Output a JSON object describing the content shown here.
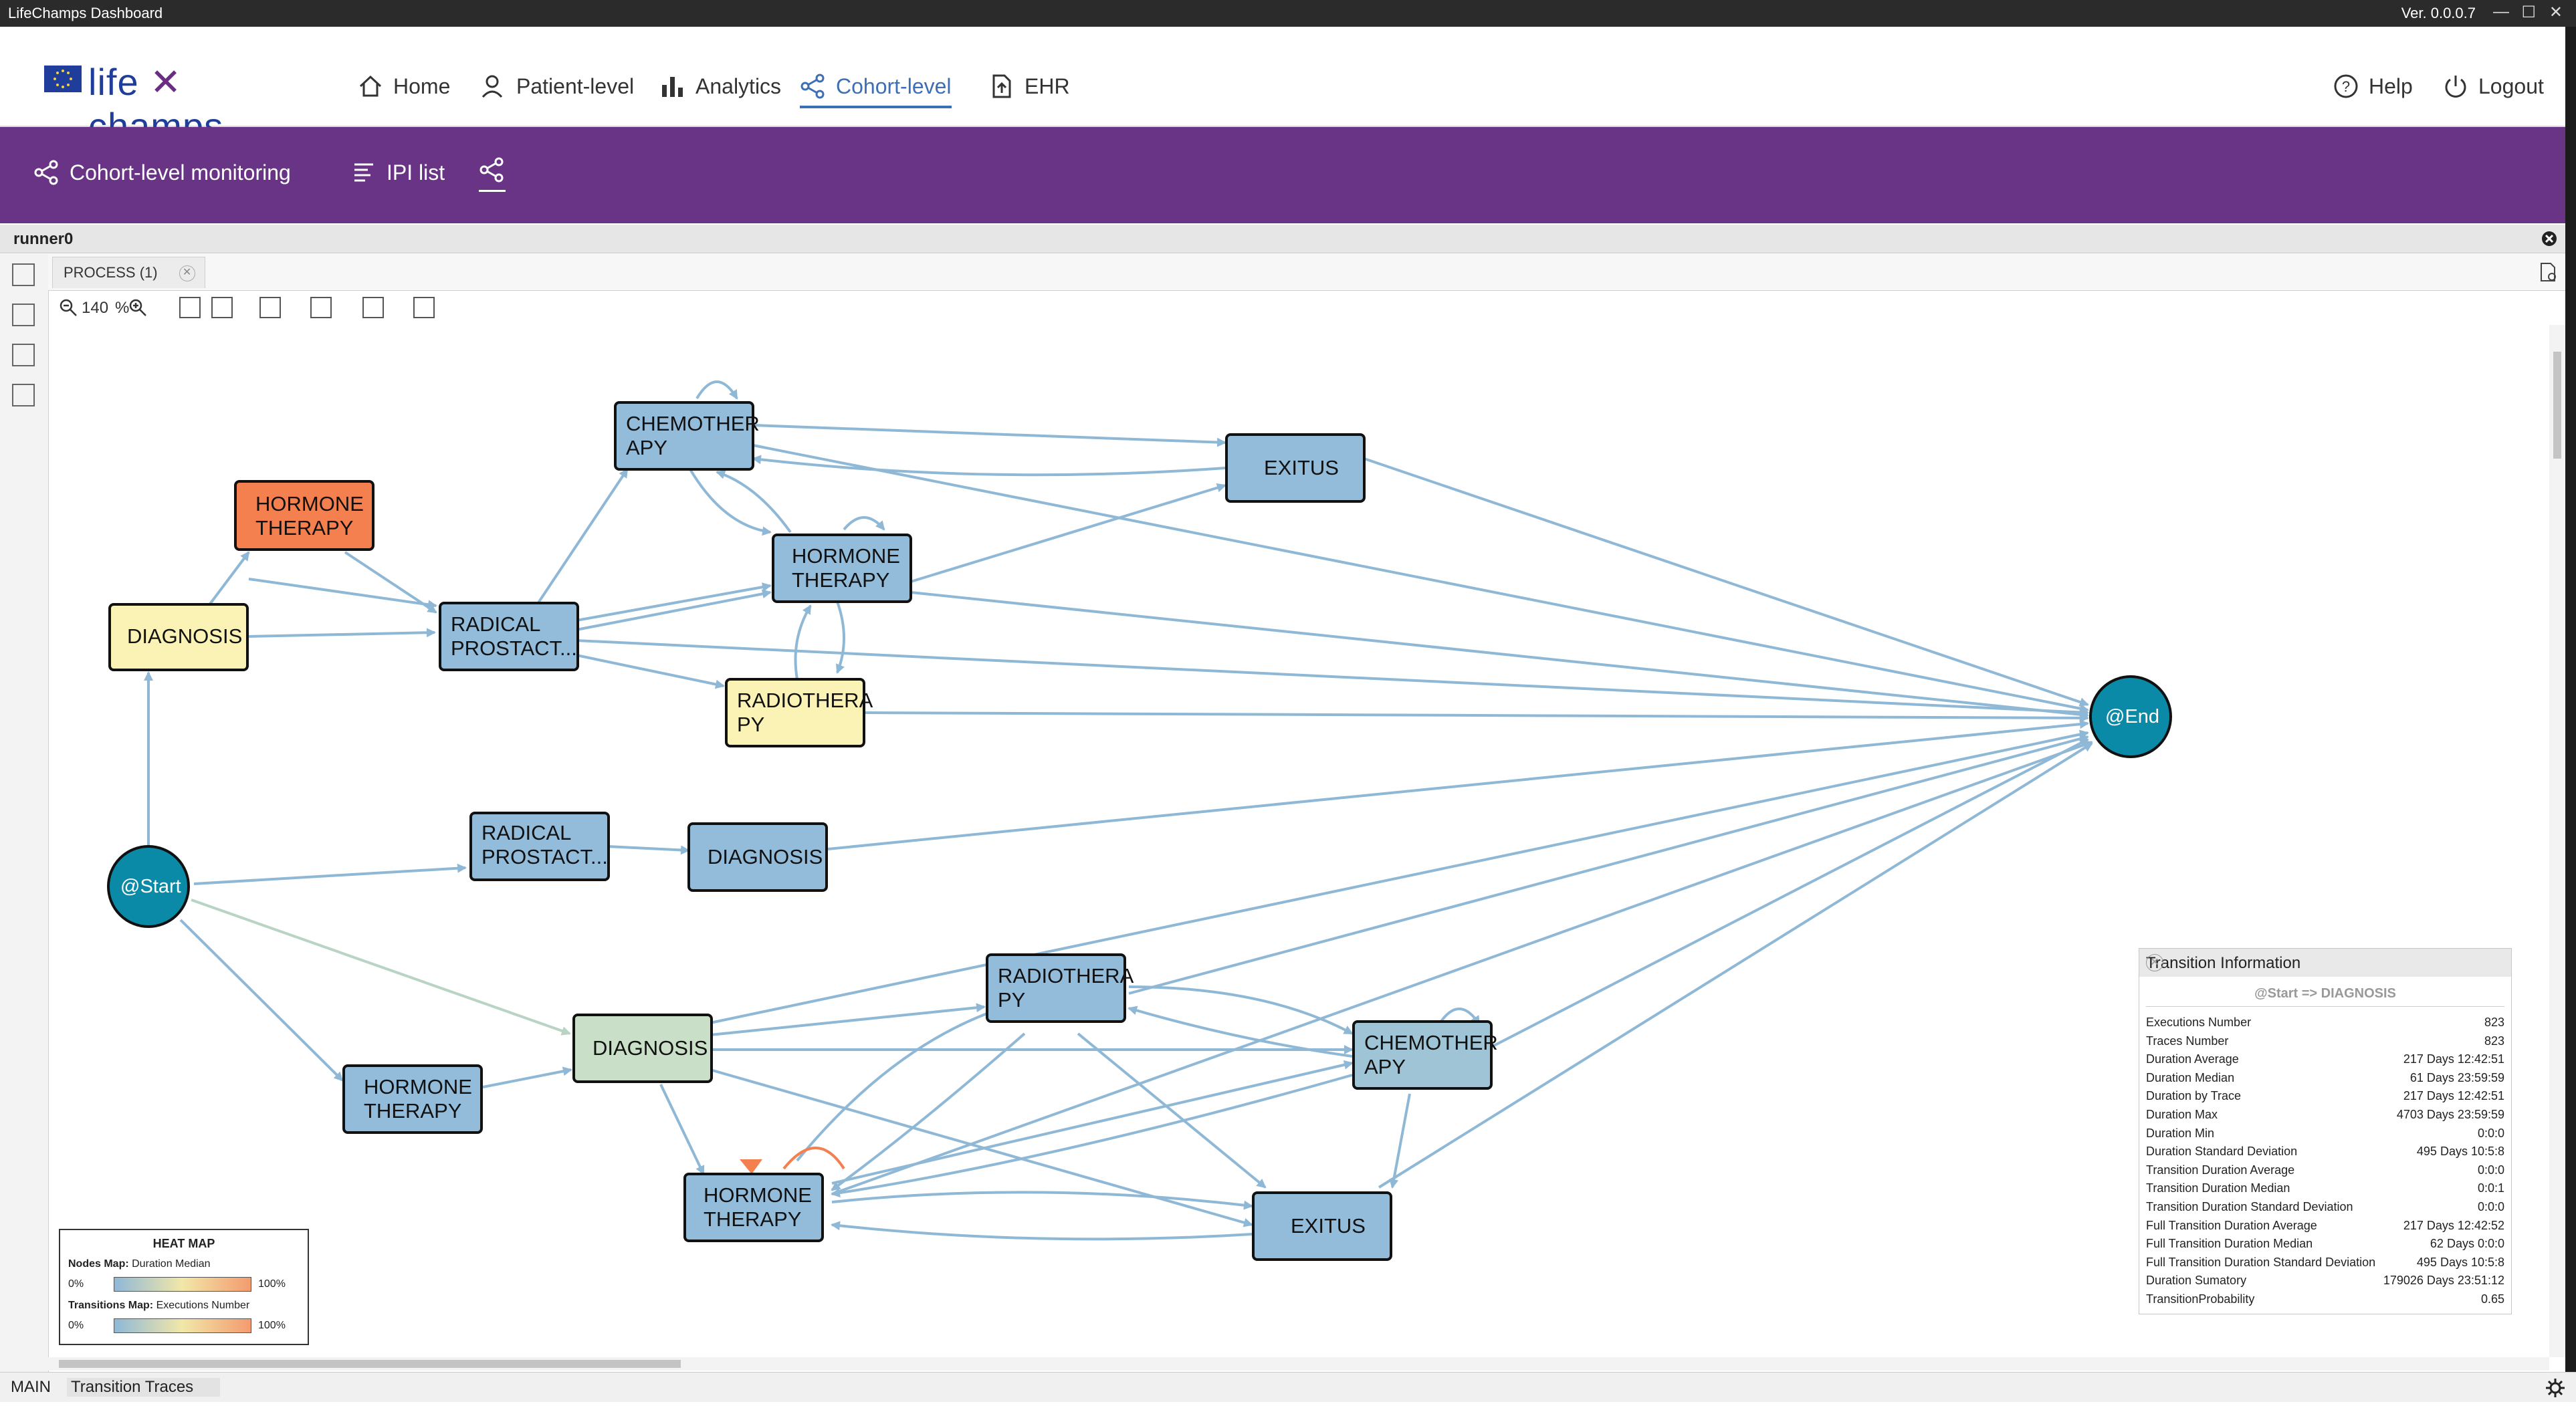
{
  "window": {
    "title": "LifeChamps Dashboard",
    "version": "Ver. 0.0.0.7"
  },
  "brand": {
    "name_left": "life",
    "name_right": "champs"
  },
  "nav": {
    "items": [
      {
        "label": "Home",
        "icon": "home-icon"
      },
      {
        "label": "Patient-level",
        "icon": "user-icon"
      },
      {
        "label": "Analytics",
        "icon": "bar-chart-icon"
      },
      {
        "label": "Cohort-level",
        "icon": "share-icon",
        "active": true
      },
      {
        "label": "EHR",
        "icon": "file-upload-icon"
      }
    ],
    "help": "Help",
    "logout": "Logout"
  },
  "subnav": {
    "monitoring": "Cohort-level monitoring",
    "ipi": "IPI list"
  },
  "runner": "runner0",
  "tabs": [
    {
      "label": "PROCESS (1)"
    }
  ],
  "toolbar": {
    "zoom": "140",
    "zoom_unit": "%"
  },
  "graph": {
    "nodes": [
      {
        "id": "start",
        "label": "@Start"
      },
      {
        "id": "end",
        "label": "@End"
      },
      {
        "id": "n1",
        "label": "HORMONE\nTHERAPY"
      },
      {
        "id": "n2",
        "label": "DIAGNOSIS"
      },
      {
        "id": "n3",
        "label": "RADICAL\nPROSTACT..."
      },
      {
        "id": "n4",
        "label": "CHEMOTHER\nAPY"
      },
      {
        "id": "n5",
        "label": "HORMONE\nTHERAPY"
      },
      {
        "id": "n6",
        "label": "RADIOTHERA\nPY"
      },
      {
        "id": "n7",
        "label": "EXITUS"
      },
      {
        "id": "n8",
        "label": "RADICAL\nPROSTACT..."
      },
      {
        "id": "n9",
        "label": "DIAGNOSIS"
      },
      {
        "id": "n10",
        "label": "HORMONE\nTHERAPY"
      },
      {
        "id": "n11",
        "label": "DIAGNOSIS"
      },
      {
        "id": "n12",
        "label": "RADIOTHERA\nPY"
      },
      {
        "id": "n13",
        "label": "CHEMOTHER\nAPY"
      },
      {
        "id": "n14",
        "label": "HORMONE\nTHERAPY"
      },
      {
        "id": "n15",
        "label": "EXITUS"
      }
    ]
  },
  "heatmap": {
    "title": "HEAT MAP",
    "nodes_label": "Nodes Map:",
    "nodes_value": "Duration Median",
    "transitions_label": "Transitions Map:",
    "transitions_value": "Executions Number",
    "min": "0%",
    "max": "100%"
  },
  "transition_info": {
    "title": "Transition Information",
    "subtitle": "@Start => DIAGNOSIS",
    "rows": [
      {
        "k": "Executions Number",
        "v": "823"
      },
      {
        "k": "Traces Number",
        "v": "823"
      },
      {
        "k": "Duration Average",
        "v": "217 Days 12:42:51"
      },
      {
        "k": "Duration Median",
        "v": "61 Days 23:59:59"
      },
      {
        "k": "Duration by Trace",
        "v": "217 Days 12:42:51"
      },
      {
        "k": "Duration Max",
        "v": "4703 Days 23:59:59"
      },
      {
        "k": "Duration Min",
        "v": "0:0:0"
      },
      {
        "k": "Duration Standard Deviation",
        "v": "495 Days 10:5:8"
      },
      {
        "k": "Transition Duration Average",
        "v": "0:0:0"
      },
      {
        "k": "Transition Duration Median",
        "v": "0:0:1"
      },
      {
        "k": "Transition Duration Standard Deviation",
        "v": "0:0:0"
      },
      {
        "k": "Full Transition Duration Average",
        "v": "217 Days 12:42:52"
      },
      {
        "k": "Full Transition Duration Median",
        "v": "62 Days 0:0:0"
      },
      {
        "k": "Full Transition Duration Standard Deviation",
        "v": "495 Days 10:5:8"
      },
      {
        "k": "Duration Sumatory",
        "v": "179026 Days 23:51:12"
      },
      {
        "k": "TransitionProbability",
        "v": "0.65"
      }
    ]
  },
  "statusbar": {
    "main": "MAIN",
    "traces": "Transition Traces"
  },
  "colors": {
    "purple": "#6a3486",
    "accent": "#3d6fb6",
    "node_blue": "#93bcdb",
    "node_yellow": "#fbf2b6",
    "node_orange": "#f47f4f",
    "node_green": "#c9dfc7",
    "terminal": "#0b8aa8",
    "edge": "#8fb8d6"
  }
}
